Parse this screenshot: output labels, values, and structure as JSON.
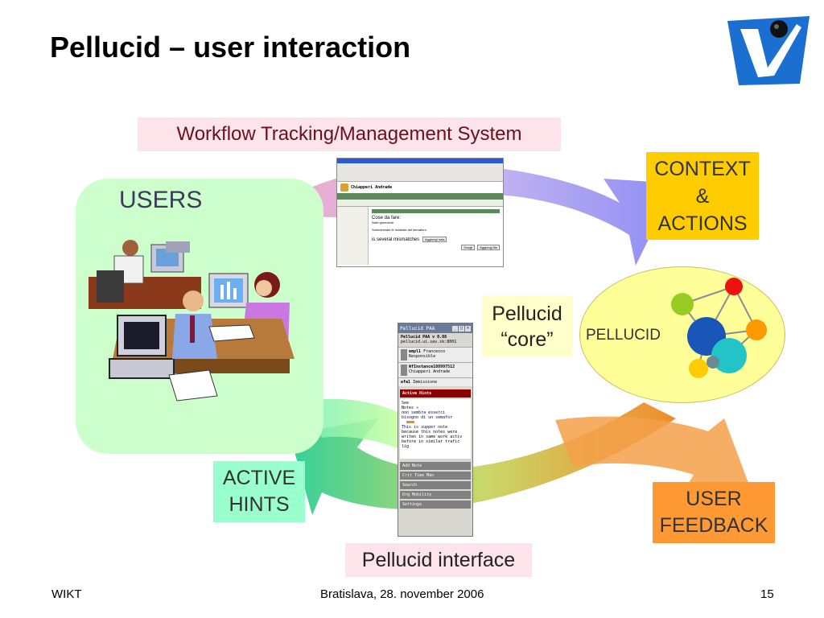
{
  "slide": {
    "title": "Pellucid – user interaction",
    "footer_left": "WIKT",
    "footer_center": "Bratislava, 28. november 2006",
    "footer_right": "15"
  },
  "labels": {
    "workflow": "Workflow Tracking/Management System",
    "users": "USERS",
    "context_line1": "CONTEXT",
    "context_line2": "&",
    "context_line3": "ACTIONS",
    "pellucid_core_line1": "Pellucid",
    "pellucid_core_line2": "“core”",
    "pellucid": "PELLUCID",
    "active_hints_line1": "ACTIVE",
    "active_hints_line2": "HINTS",
    "user_feedback_line1": "USER",
    "user_feedback_line2": "FEEDBACK",
    "pellucid_interface": "Pellucid interface"
  },
  "wfms_window": {
    "user_name": "Chiapperi Andrade",
    "heading": "Cose da fare:",
    "item1": "Note generiche",
    "item2": "Sommerciale le richieste del semaforo",
    "mismatch": "is several mismatches",
    "button1": "Aggiungi nota",
    "button2": "Scegli",
    "button3": "Aggiungi file"
  },
  "pellucid_window": {
    "title": "Pellucid PAA",
    "version": "Pellucid PAA v 0.08",
    "host": "pellucid.ui.sav.sk:8001",
    "emp_id": "empl1",
    "emp_name": "Francesco",
    "emp_role": "Responsible",
    "wf_id": "WfInstance188997512",
    "wf_name": "Chiapperi Andrade",
    "act_id": "wfa1",
    "act_name": "Immissione",
    "active_hints": "Active Hints",
    "see": "See",
    "notes": "Notes",
    "note1_line1": "non sembra esserci",
    "note1_line2": "bisogno di un semafor",
    "note2_line1": "This is supper note",
    "note2_line2": "because this notes were",
    "note2_line3": "writen in same work activ",
    "note2_line4": "before in similar trafic lig",
    "menu": [
      "Add Note",
      "Crit Time Man",
      "Search",
      "Org Mobility",
      "Settings"
    ]
  },
  "colors": {
    "workflow_bg": "#fde4ea",
    "workflow_text": "#6b0f1a",
    "context_bg": "#ffcc00",
    "users_bg": "#ccffcc",
    "active_hints_bg": "#99ffcc",
    "user_feedback_bg": "#ff9933",
    "pellucid_ellipse": "#ffff99",
    "active_hints_bar": "#8b0000"
  }
}
